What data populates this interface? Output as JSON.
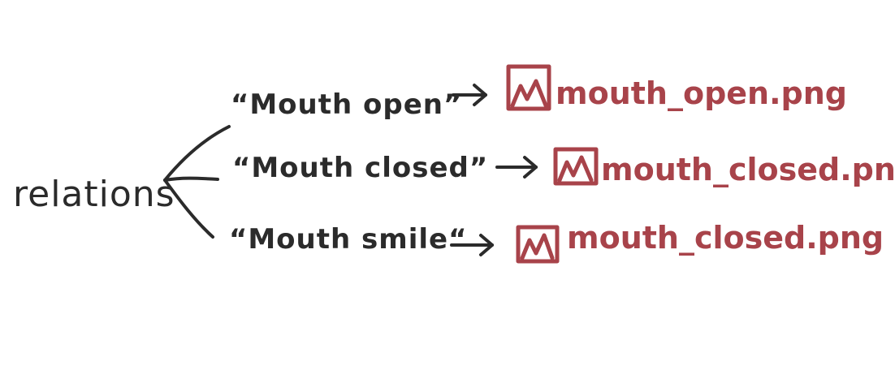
{
  "colors": {
    "ink": "#2b2b2b",
    "file_accent": "#a8434a"
  },
  "root": {
    "label": "relations"
  },
  "branches": [
    {
      "state_label": "“Mouth open”",
      "file_icon": "image-file-icon",
      "file_label": "mouth_open.png"
    },
    {
      "state_label": "“Mouth closed”",
      "file_icon": "image-file-icon",
      "file_label": "mouth_closed.png"
    },
    {
      "state_label": "“Mouth smile“",
      "file_icon": "image-file-icon",
      "file_label": "mouth_closed.png"
    }
  ]
}
